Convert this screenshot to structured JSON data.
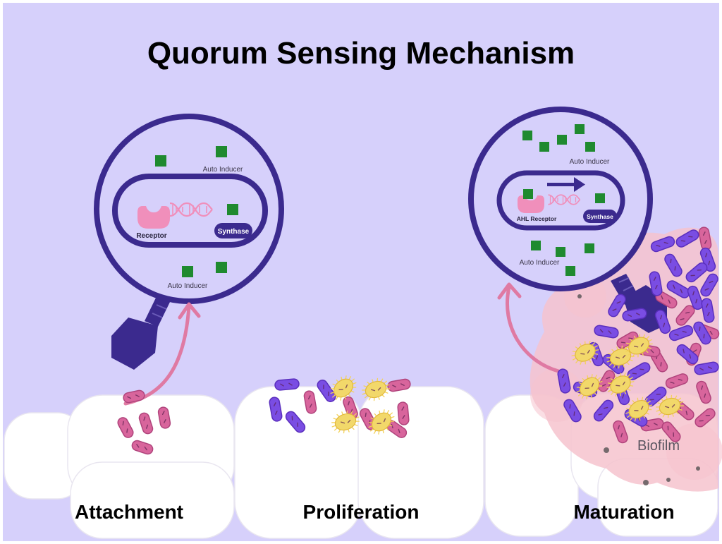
{
  "title": "Quorum Sensing Mechanism",
  "stages": {
    "attachment": "Attachment",
    "proliferation": "Proliferation",
    "maturation": "Maturation"
  },
  "left_magnifier": {
    "auto_inducer_top": "Auto Inducer",
    "receptor": "Receptor",
    "synthase": "Synthase",
    "auto_inducer_bottom": "Auto Inducer"
  },
  "right_magnifier": {
    "auto_inducer_top": "Auto Inducer",
    "receptor": "AHL Receptor",
    "synthase": "Synthase",
    "auto_inducer_bottom": "Auto Inducer"
  },
  "biofilm_label": "Biofilm",
  "icons": [
    "magnifier-icon",
    "dna-icon",
    "receptor-icon",
    "transcription-arrow-icon",
    "autoinducer-molecule"
  ],
  "colors": {
    "background": "#d6d0fb",
    "outline": "#3b2a8e",
    "autoinducer": "#1f8a2f",
    "receptor": "#f08fbb",
    "arrow": "#df7aa3",
    "biofilm": "#f6c3ce",
    "pink_bacteria": "#d8659c",
    "purple_bacteria": "#7a4de3",
    "yellow_bacteria": "#f2d86a"
  }
}
